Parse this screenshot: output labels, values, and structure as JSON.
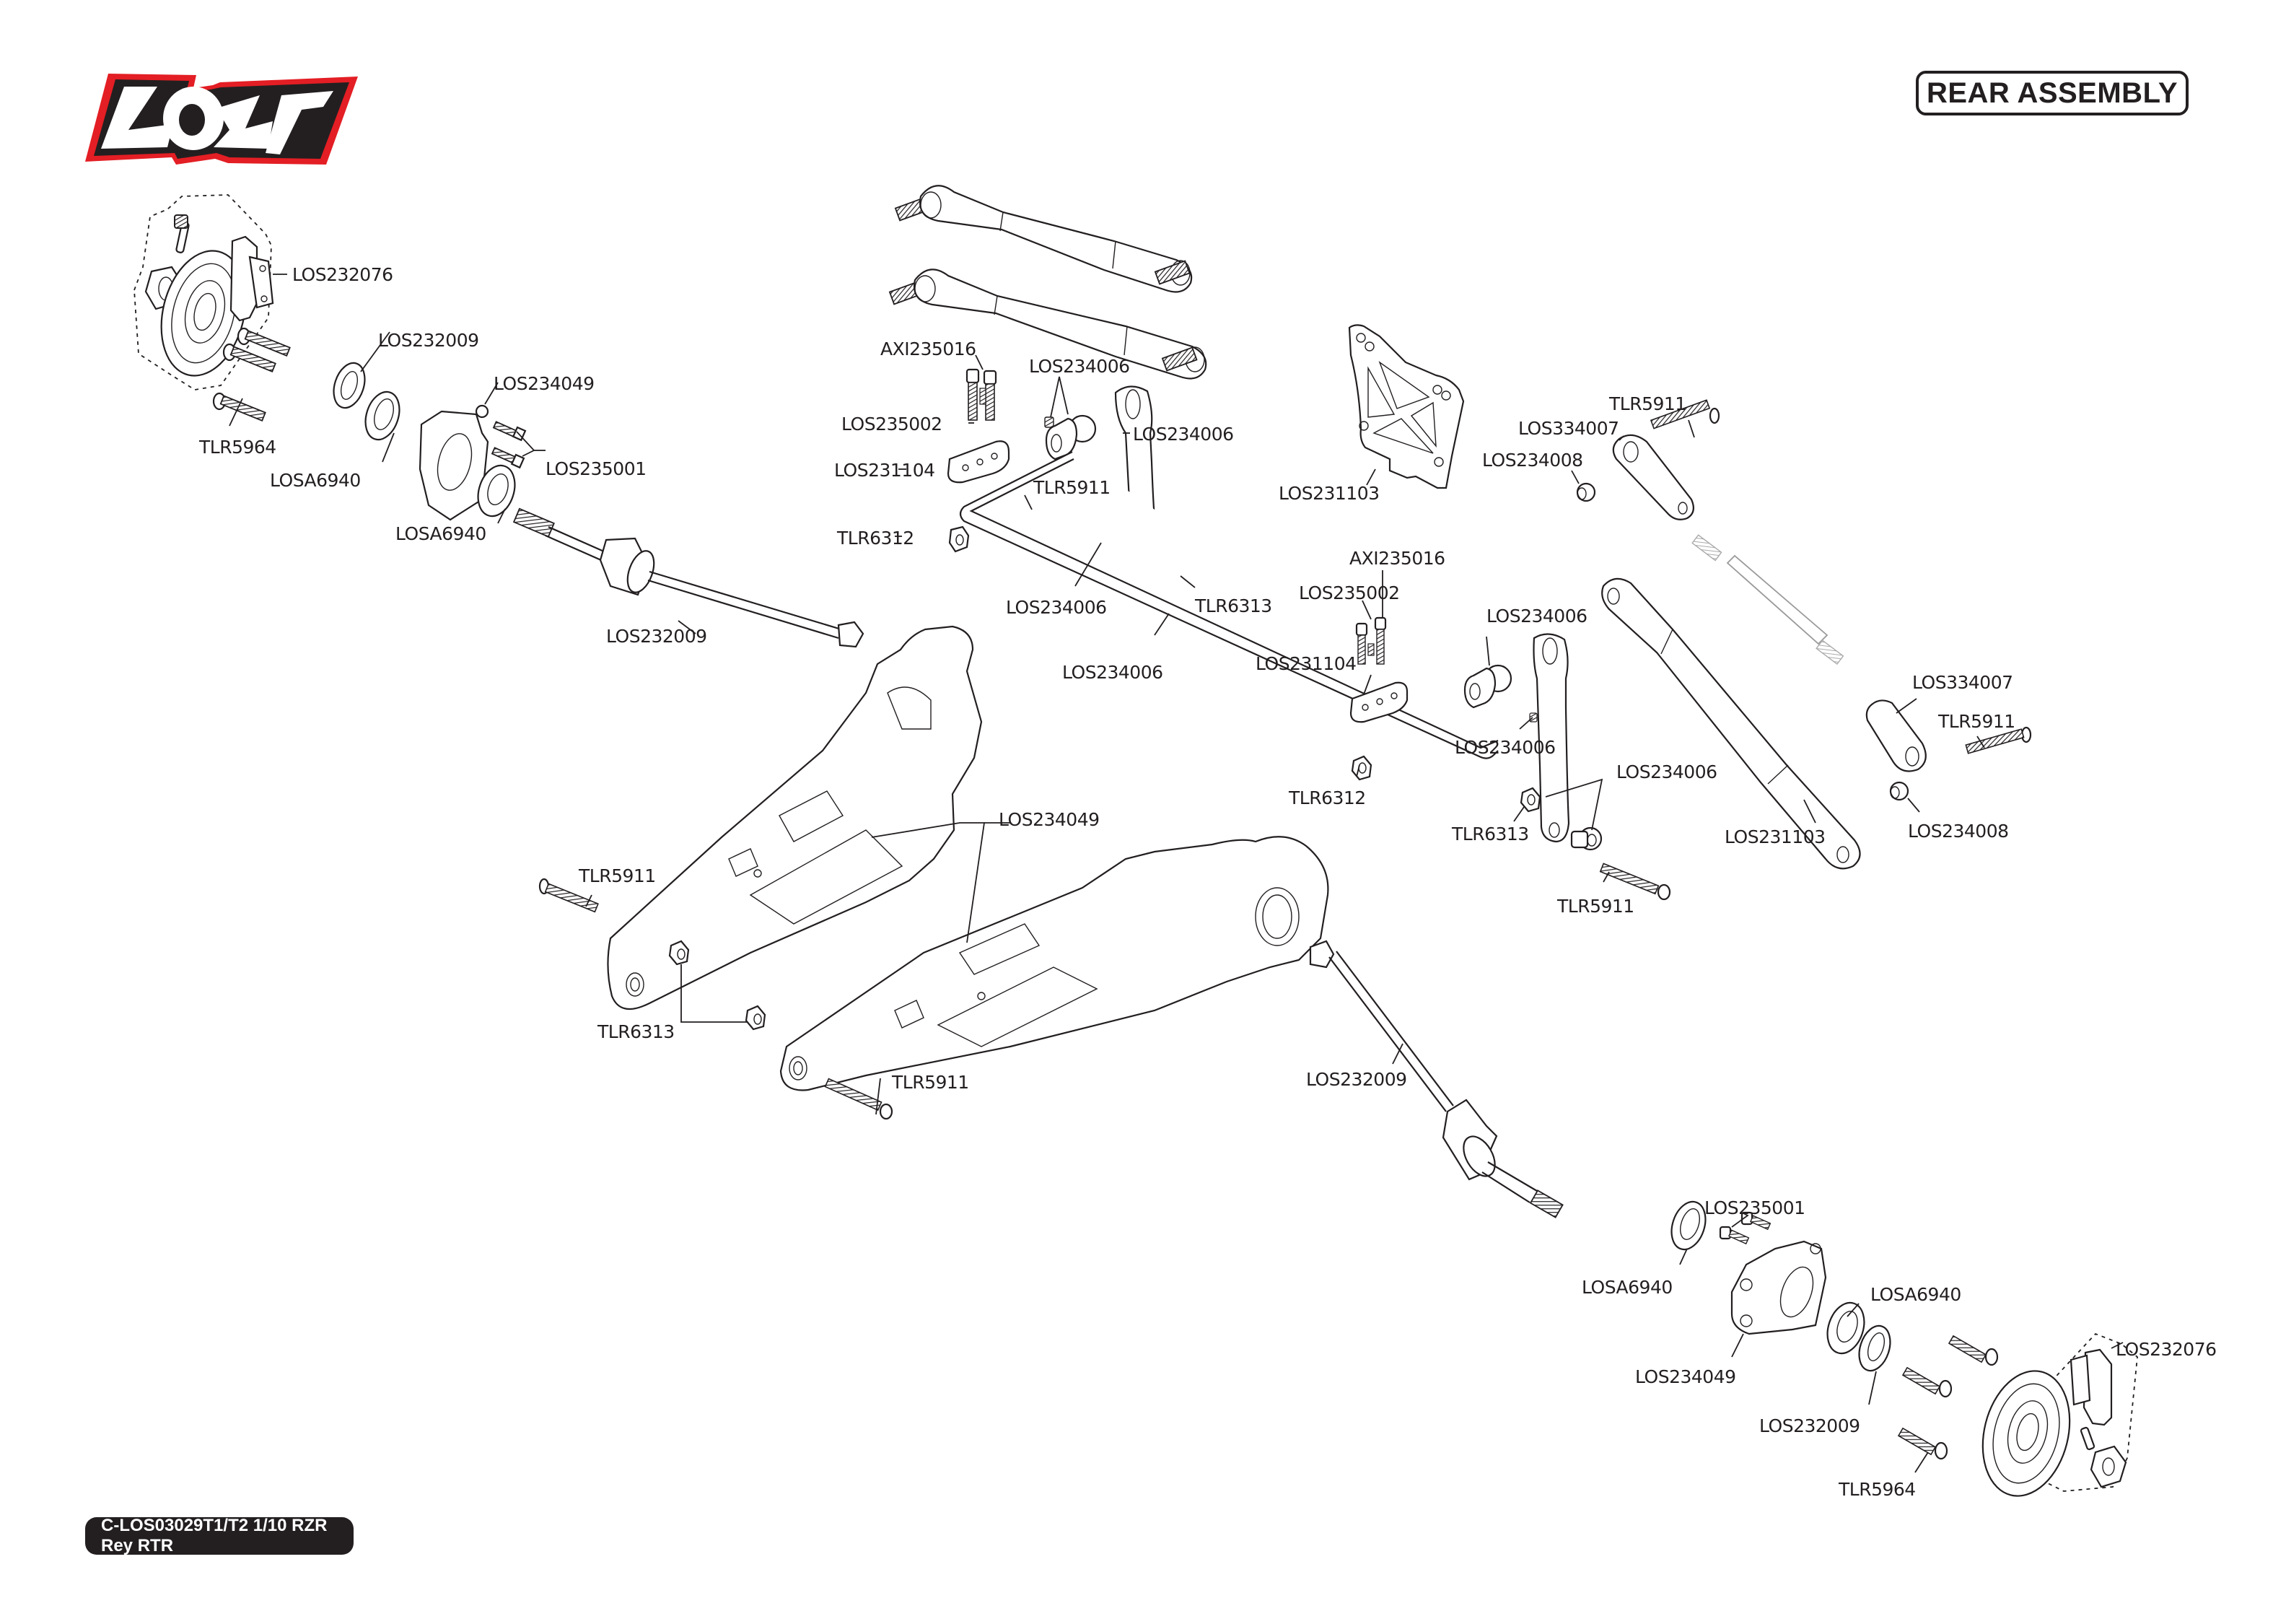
{
  "brand": {
    "name": "LOSI",
    "colors": {
      "outline_red": "#e31e24",
      "outline_black": "#231f20",
      "fill": "#ffffff"
    }
  },
  "header": {
    "title": "REAR ASSEMBLY"
  },
  "footer": {
    "model_code": "C-LOS03029T1/T2 1/10 RZR Rey RTR"
  },
  "callouts": [
    {
      "id": "c1",
      "part": "LOS232076"
    },
    {
      "id": "c2",
      "part": "LOS232009"
    },
    {
      "id": "c3",
      "part": "LOS234049"
    },
    {
      "id": "c4",
      "part": "TLR5964"
    },
    {
      "id": "c5",
      "part": "LOSA6940"
    },
    {
      "id": "c6",
      "part": "LOS235001"
    },
    {
      "id": "c7",
      "part": "LOSA6940"
    },
    {
      "id": "c8",
      "part": "LOS232009"
    },
    {
      "id": "c9",
      "part": "AXI235016"
    },
    {
      "id": "c10",
      "part": "LOS234006"
    },
    {
      "id": "c11",
      "part": "LOS235002"
    },
    {
      "id": "c12",
      "part": "LOS234006"
    },
    {
      "id": "c13",
      "part": "LOS231104"
    },
    {
      "id": "c14",
      "part": "TLR5911"
    },
    {
      "id": "c15",
      "part": "TLR6312"
    },
    {
      "id": "c16",
      "part": "LOS234006"
    },
    {
      "id": "c17",
      "part": "TLR6313"
    },
    {
      "id": "c18",
      "part": "LOS234006"
    },
    {
      "id": "c19",
      "part": "LOS231103"
    },
    {
      "id": "c20",
      "part": "TLR5911"
    },
    {
      "id": "c21",
      "part": "LOS334007"
    },
    {
      "id": "c22",
      "part": "LOS234008"
    },
    {
      "id": "c23",
      "part": "AXI235016"
    },
    {
      "id": "c24",
      "part": "LOS235002"
    },
    {
      "id": "c25",
      "part": "LOS231104"
    },
    {
      "id": "c26",
      "part": "LOS234006"
    },
    {
      "id": "c27",
      "part": "LOS234006"
    },
    {
      "id": "c28",
      "part": "TLR6312"
    },
    {
      "id": "c29",
      "part": "LOS234006"
    },
    {
      "id": "c30",
      "part": "TLR6313"
    },
    {
      "id": "c31",
      "part": "TLR5911"
    },
    {
      "id": "c32",
      "part": "LOS334007"
    },
    {
      "id": "c33",
      "part": "TLR5911"
    },
    {
      "id": "c34",
      "part": "LOS234008"
    },
    {
      "id": "c35",
      "part": "LOS231103"
    },
    {
      "id": "c36",
      "part": "LOS234049"
    },
    {
      "id": "c37",
      "part": "TLR5911"
    },
    {
      "id": "c38",
      "part": "TLR6313"
    },
    {
      "id": "c39",
      "part": "TLR5911"
    },
    {
      "id": "c40",
      "part": "LOS232009"
    },
    {
      "id": "c41",
      "part": "LOS235001"
    },
    {
      "id": "c42",
      "part": "LOSA6940"
    },
    {
      "id": "c43",
      "part": "LOSA6940"
    },
    {
      "id": "c44",
      "part": "LOS234049"
    },
    {
      "id": "c45",
      "part": "LOS232009"
    },
    {
      "id": "c46",
      "part": "LOS232076"
    },
    {
      "id": "c47",
      "part": "TLR5964"
    }
  ]
}
